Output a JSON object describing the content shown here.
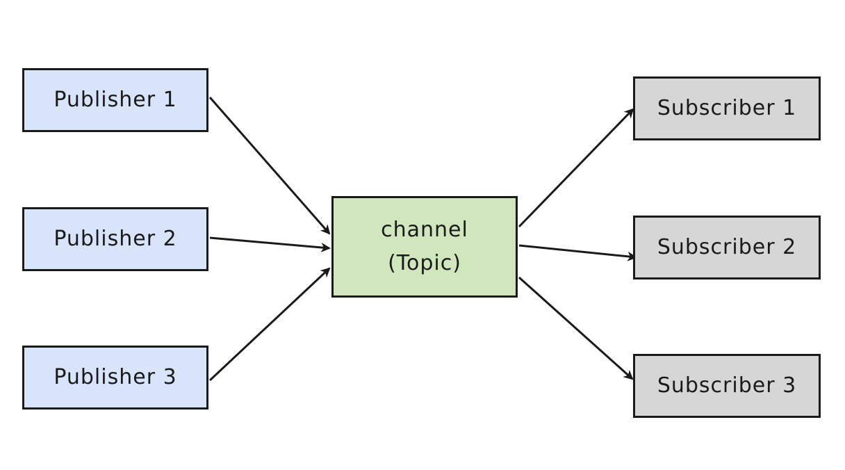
{
  "diagram": {
    "channel": {
      "line1": "channel",
      "line2": "(Topic)",
      "fill": "#d0e6bc"
    },
    "publishers": [
      {
        "label": "Publisher 1"
      },
      {
        "label": "Publisher 2"
      },
      {
        "label": "Publisher 3"
      }
    ],
    "subscribers": [
      {
        "label": "Subscriber 1"
      },
      {
        "label": "Subscriber 2"
      },
      {
        "label": "Subscriber 3"
      }
    ],
    "colors": {
      "publisher_fill": "#d8e4fa",
      "subscriber_fill": "#d6d6d6",
      "stroke": "#1a1a1a"
    }
  }
}
